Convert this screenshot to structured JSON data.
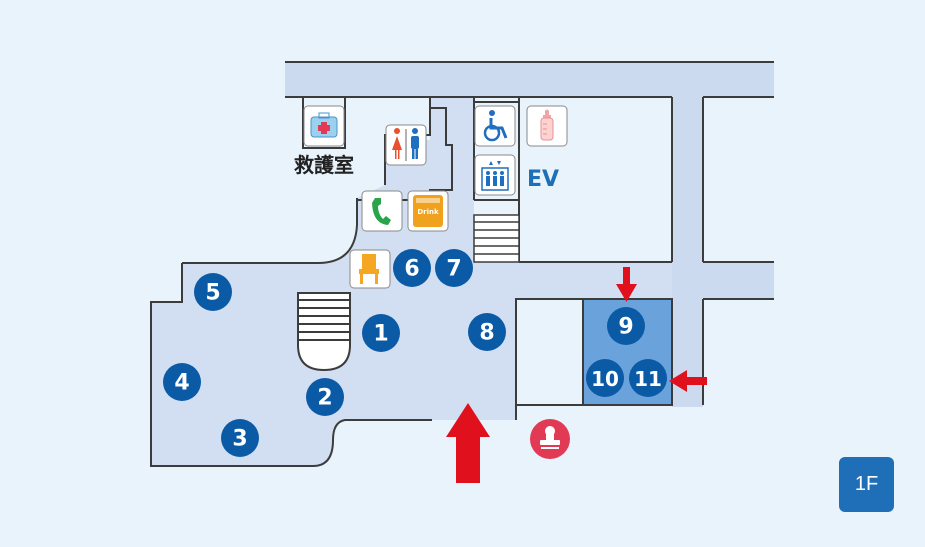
{
  "floor_label": "1F",
  "labels": {
    "first_aid_room": "救護室",
    "elevator": "EV",
    "drink": "Drink"
  },
  "markers": [
    "1",
    "2",
    "3",
    "4",
    "5",
    "6",
    "7",
    "8",
    "9",
    "10",
    "11"
  ],
  "icons": [
    "first-aid-icon",
    "restroom-icon",
    "wheelchair-icon",
    "baby-bottle-icon",
    "elevator-icon",
    "phone-icon",
    "drink-vending-icon",
    "rest-chair-icon",
    "stamp-icon"
  ],
  "colors": {
    "background": "#e8f3fc",
    "floor": "#d2dff2",
    "highlight_room": "#6aa3dc",
    "marker": "#0b5aa6",
    "arrow": "#e0101c",
    "stamp": "#e23a55",
    "badge": "#1e6fb8"
  }
}
